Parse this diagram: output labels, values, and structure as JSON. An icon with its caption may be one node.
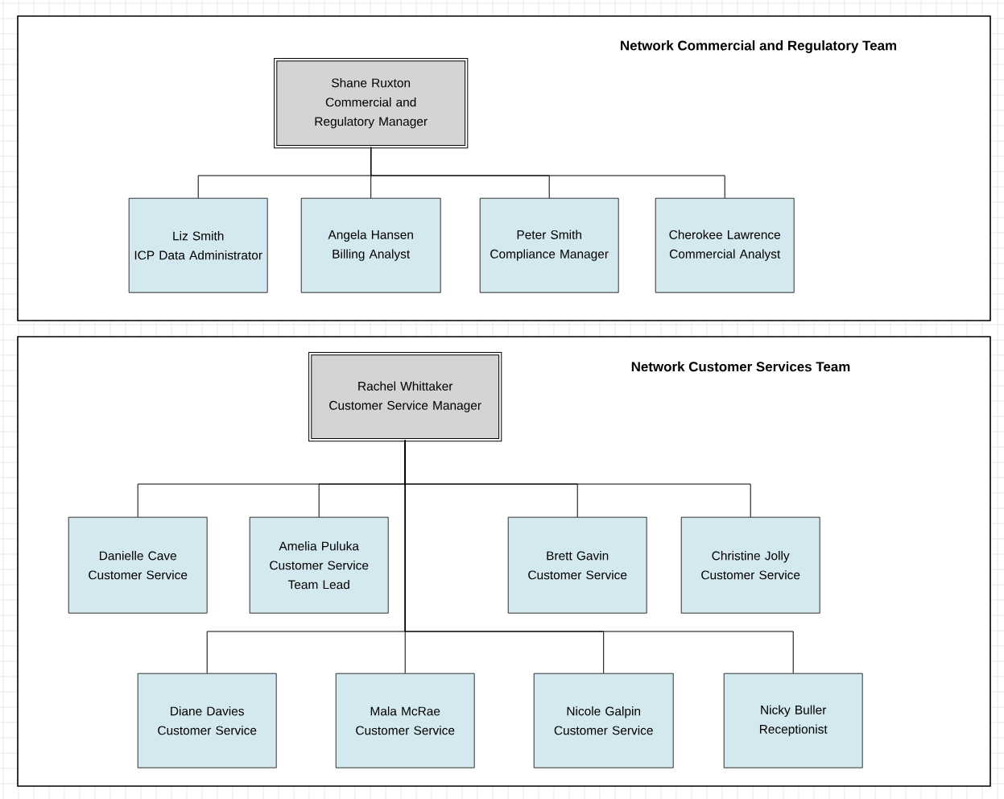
{
  "diagram": {
    "nodes": [
      {
        "text": [
          "Network Commercial and Regulatory Team"
        ]
      },
      {
        "text": [
          "Shane Ruxton",
          "Commercial and Regulatory Manager"
        ],
        "in": 0
      },
      {
        "text": [
          "Liz Smith",
          "ICP Data Administrator"
        ],
        "in": 0
      },
      {
        "text": [
          "Angela Hansen",
          "Billing Analyst"
        ],
        "in": 0
      },
      {
        "text": [
          "Peter Smith",
          "Compliance Manager"
        ],
        "in": 0
      },
      {
        "text": [
          "Cherokee Lawrence",
          "Commercial Analyst"
        ],
        "in": 0
      },
      {
        "text": [
          "Network Customer Services Team"
        ]
      },
      {
        "text": [
          "Rachel Whittaker",
          "Customer Service Manager"
        ],
        "in": 6
      },
      {
        "text": [
          "Danielle Cave",
          "Customer Service"
        ],
        "in": 6
      },
      {
        "text": [
          "Amelia Puluka",
          "Customer Service Team Lead"
        ],
        "in": 6
      },
      {
        "text": [
          "Brett Gavin",
          "Customer Service"
        ],
        "in": 6
      },
      {
        "text": [
          "Christine Jolly",
          "Customer Service"
        ],
        "in": 6
      },
      {
        "text": [
          "Diane Davies",
          "Customer Service"
        ],
        "in": 6
      },
      {
        "text": [
          "Mala McRae",
          "Customer Service"
        ],
        "in": 6
      },
      {
        "text": [
          "Nicole Galpin",
          "Customer Service"
        ],
        "in": 6
      },
      {
        "text": [
          "Nicky Buller",
          "Receptionist"
        ],
        "in": 6
      }
    ],
    "edges": [
      {
        "from": 1,
        "to": 2,
        "arrow": "none"
      },
      {
        "from": 1,
        "to": 3,
        "arrow": "none"
      },
      {
        "from": 1,
        "to": 4,
        "arrow": "none"
      },
      {
        "from": 1,
        "to": 5,
        "arrow": "none"
      },
      {
        "from": 7,
        "to": 8,
        "arrow": "none"
      },
      {
        "from": 7,
        "to": 9,
        "arrow": "none"
      },
      {
        "from": 7,
        "to": 10,
        "arrow": "none"
      },
      {
        "from": 7,
        "to": 11,
        "arrow": "none"
      },
      {
        "from": 7,
        "to": 12,
        "arrow": "none"
      },
      {
        "from": 7,
        "to": 13,
        "arrow": "none"
      },
      {
        "from": 7,
        "to": 14,
        "arrow": "none"
      },
      {
        "from": 7,
        "to": 15,
        "arrow": "none"
      }
    ]
  }
}
